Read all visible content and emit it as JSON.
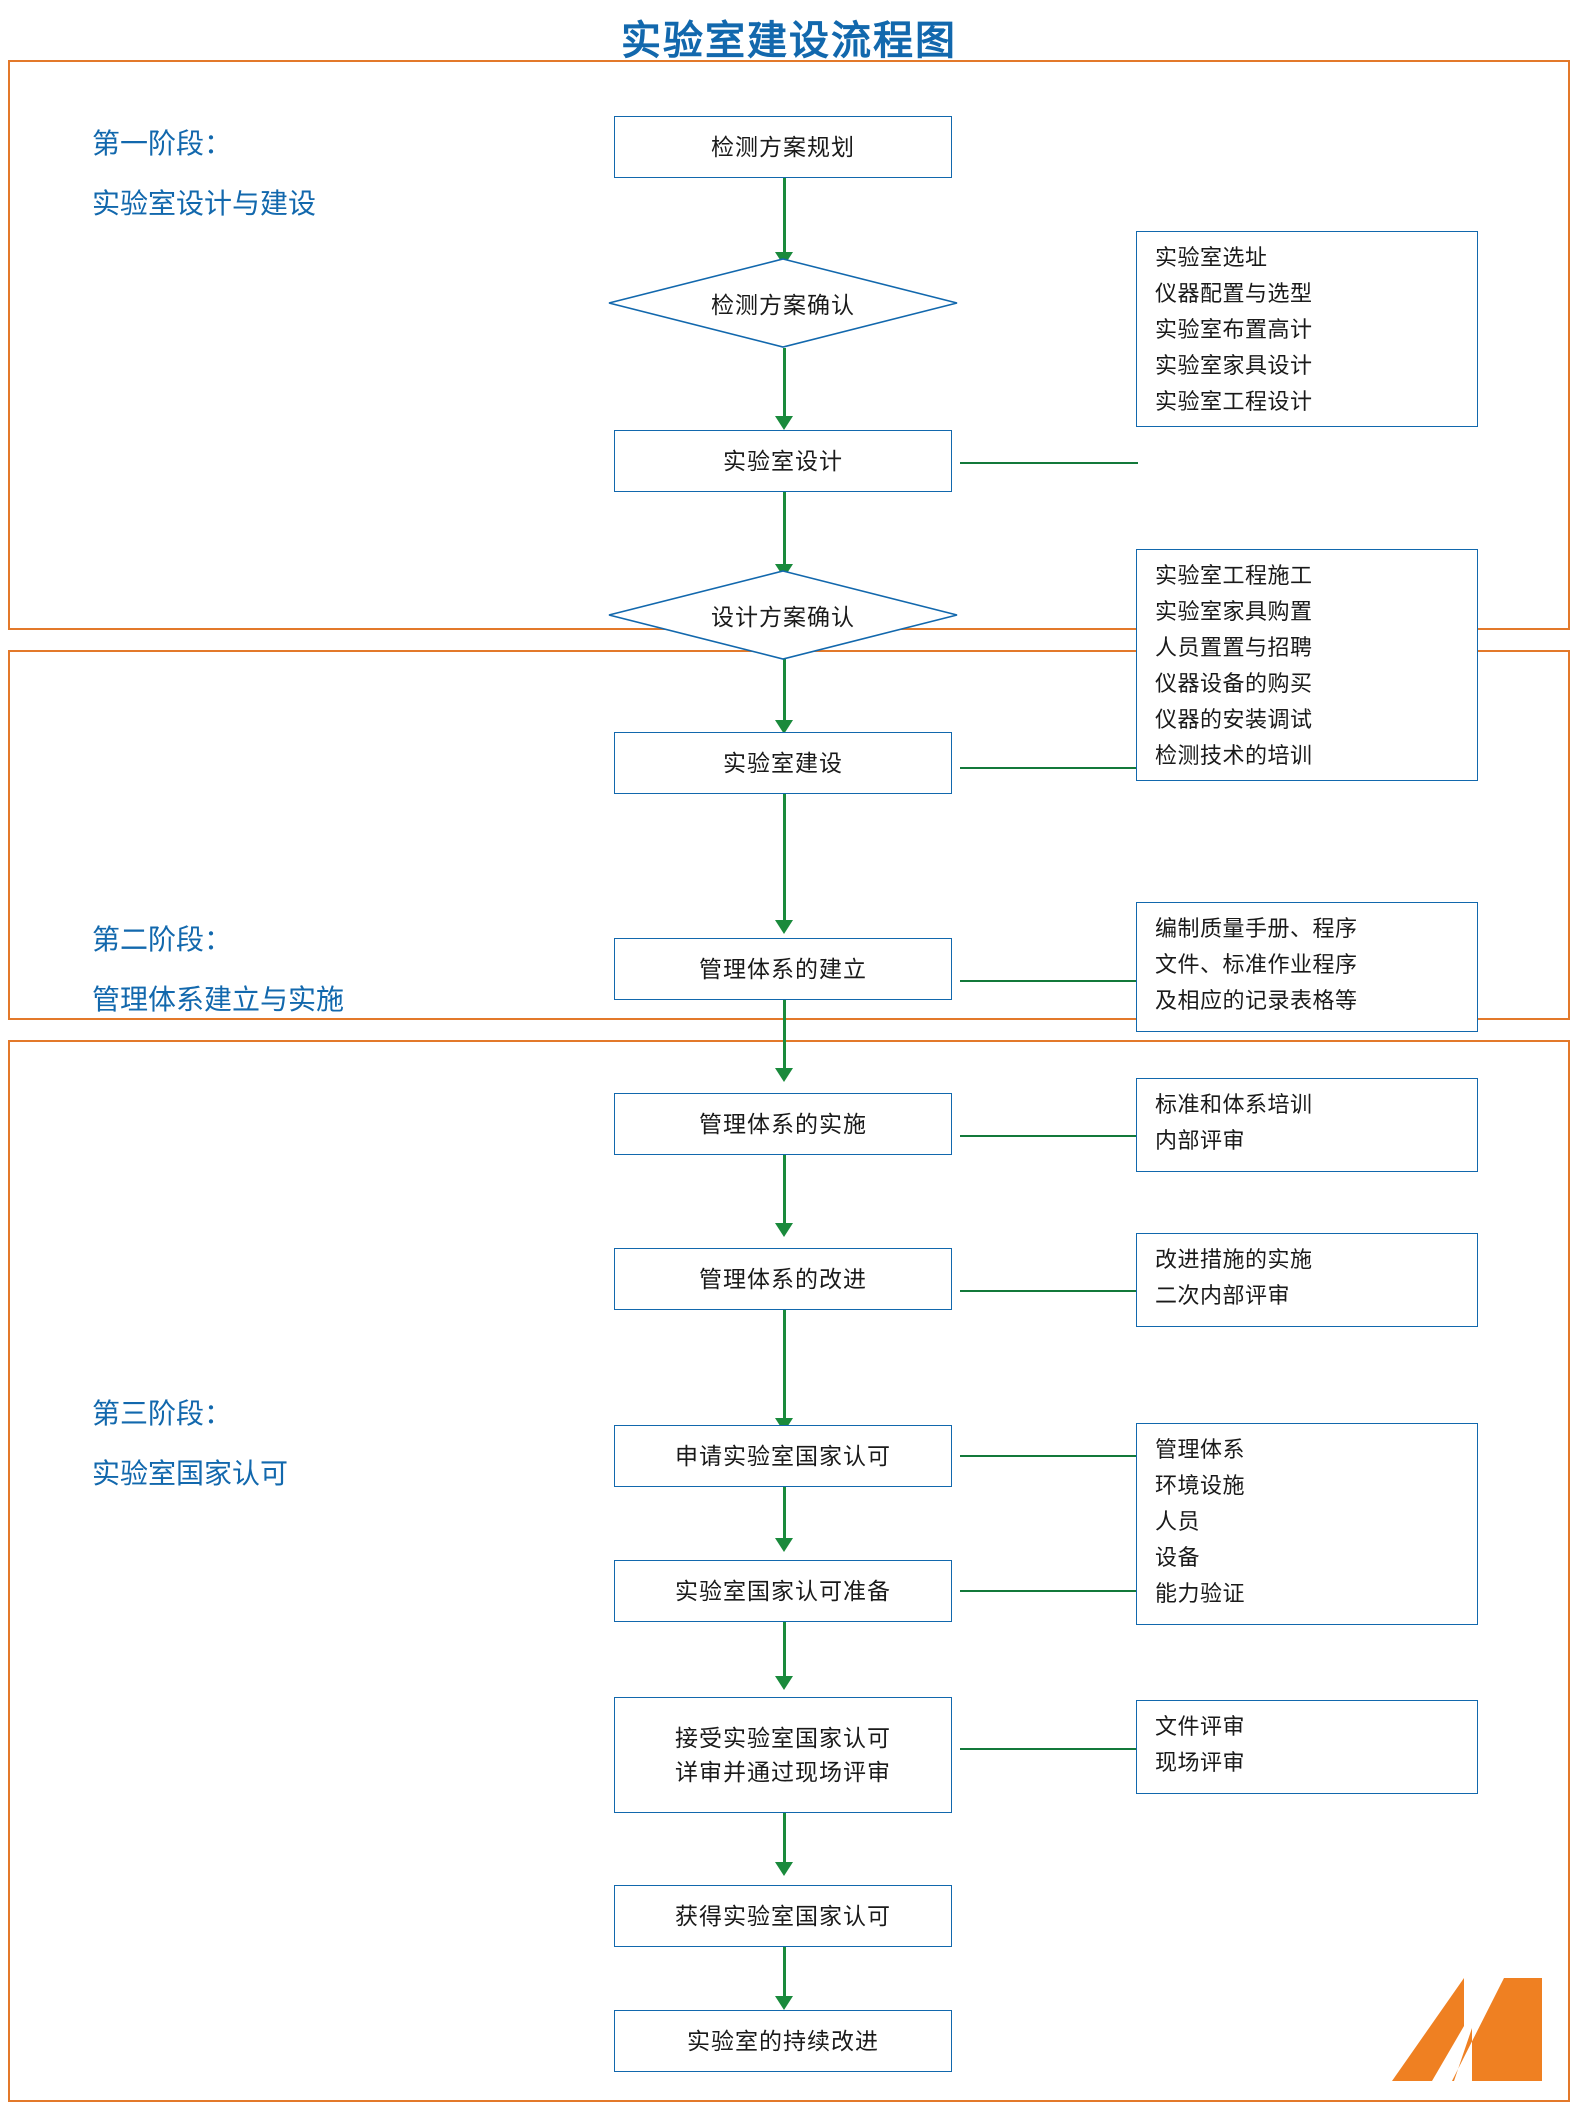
{
  "title": "实验室建设流程图",
  "colors": {
    "title": "#1268ad",
    "phase_border": "#e3792a",
    "node_border": "#1268ad",
    "connector": "#1a8a3c",
    "logo": "#ef8022"
  },
  "phases": [
    {
      "id": "phase-1",
      "caption_line1": "第一阶段：",
      "caption_line2": "实验室设计与建设"
    },
    {
      "id": "phase-2",
      "caption_line1": "第二阶段：",
      "caption_line2": "管理体系建立与实施"
    },
    {
      "id": "phase-3",
      "caption_line1": "第三阶段：",
      "caption_line2": "实验室国家认可"
    }
  ],
  "nodes": {
    "n1": "检测方案规划",
    "n2": "检测方案确认",
    "n3": "实验室设计",
    "n4": "设计方案确认",
    "n5": "实验室建设",
    "n6": "管理体系的建立",
    "n7": "管理体系的实施",
    "n8": "管理体系的改进",
    "n9": "申请实验室国家认可",
    "n10": "实验室国家认可准备",
    "n11": "接受实验室国家认可\n详审并通过现场评审",
    "n12": "获得实验室国家认可",
    "n13": "实验室的持续改进"
  },
  "notes": {
    "note1": [
      "实验室选址",
      "仪器配置与选型",
      "实验室布置高计",
      "实验室家具设计",
      "实验室工程设计"
    ],
    "note2": [
      "实验室工程施工",
      "实验室家具购置",
      "人员置置与招聘",
      "仪器设备的购买",
      "仪器的安装调试",
      "检测技术的培训"
    ],
    "note3": [
      "编制质量手册、程序",
      "文件、标准作业程序",
      "及相应的记录表格等"
    ],
    "note4": [
      "标准和体系培训",
      "内部评审"
    ],
    "note5": [
      "改进措施的实施",
      "二次内部评审"
    ],
    "note6": [
      "管理体系",
      "环境设施",
      "人员",
      "设备",
      "能力验证"
    ],
    "note7": [
      "文件评审",
      "现场评审"
    ]
  },
  "logo": {
    "name": "company-logo"
  }
}
